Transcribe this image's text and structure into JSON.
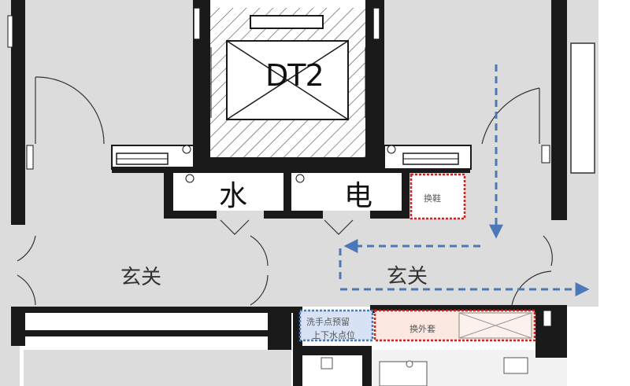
{
  "plan": {
    "elevator_label": "DT2",
    "water_room_label": "水",
    "electric_room_label": "电",
    "foyer_left_label": "玄关",
    "foyer_right_label": "玄关",
    "shoe_change_label": "换鞋",
    "coat_change_label": "换外套",
    "wash_point_line1": "洗手点预留",
    "wash_point_line2": "上下水点位"
  },
  "colors": {
    "wall": "#1a1a1a",
    "floor": "#dcdcdc",
    "background": "#ffffff",
    "flow_arrow": "#4a78b8",
    "zone_red": "#d81e1e",
    "zone_blue": "#4a78b8",
    "wash_fill": "#d7e3f4",
    "coat_fill": "#fbe8e0"
  }
}
